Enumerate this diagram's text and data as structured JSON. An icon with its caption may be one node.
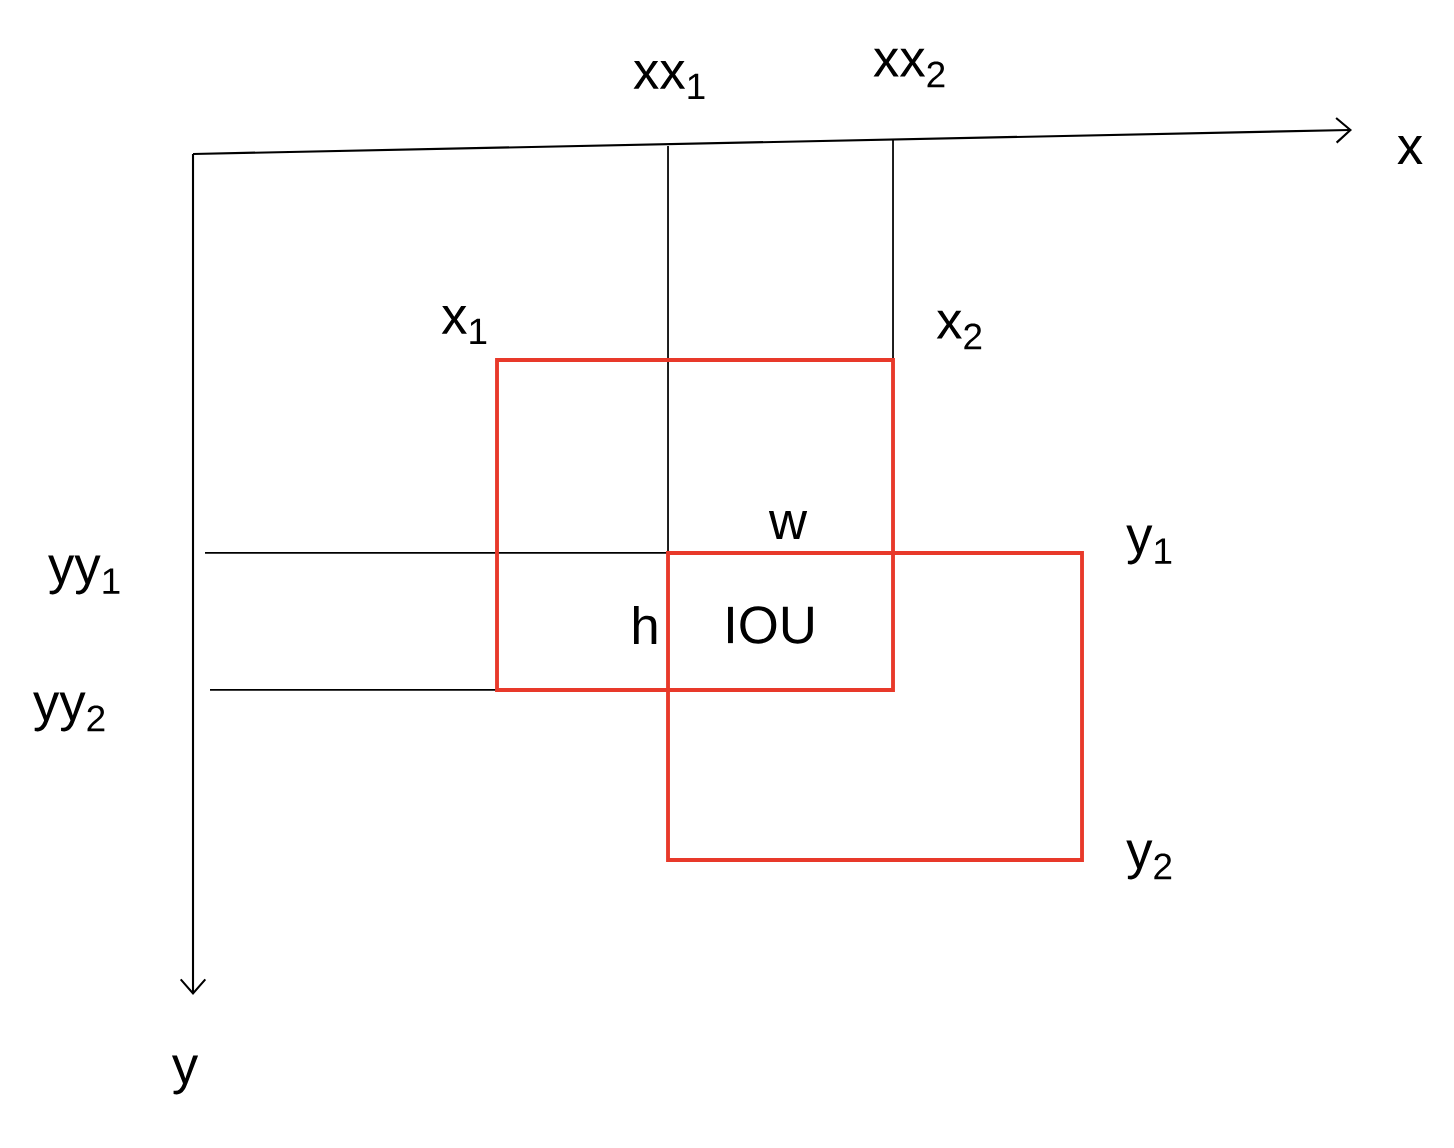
{
  "diagram": {
    "labels": [
      "xx$_{1}$",
      "xx$_{2}$",
      "x",
      "x$_{1}$",
      "x$_{2}$",
      "w",
      "y$_{1}$",
      "yy$_{1}$",
      "h",
      "IOU",
      "yy$_{2}$",
      "y$_{2}$",
      "y"
    ]
  }
}
